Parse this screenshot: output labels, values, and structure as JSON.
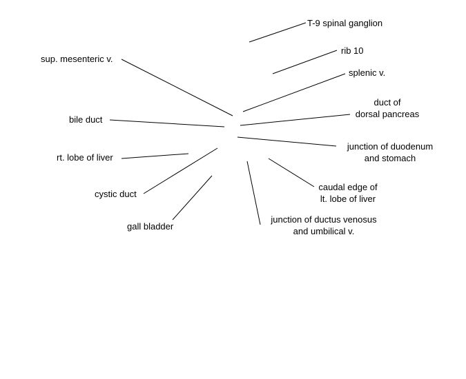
{
  "labels": {
    "t9_spinal_ganglion": "T-9 spinal ganglion",
    "rib_10": "rib 10",
    "splenic_v": "splenic v.",
    "duct_of_dorsal_pancreas": [
      "duct of",
      "dorsal pancreas"
    ],
    "junction_duodenum_stomach": [
      "junction of duodenum",
      "and stomach"
    ],
    "caudal_edge_lt_lobe_liver": [
      "caudal edge of",
      "lt. lobe of liver"
    ],
    "junction_ductus_venosus_umbilical": [
      "junction of ductus venosus",
      "and umbilical v."
    ],
    "gall_bladder": "gall bladder",
    "cystic_duct": "cystic duct",
    "rt_lobe_of_liver": "rt. lobe of liver",
    "bile_duct": "bile duct",
    "sup_mesenteric_v": "sup. mesenteric v."
  },
  "colors": {
    "ink": "#000000",
    "background": "#ffffff"
  }
}
